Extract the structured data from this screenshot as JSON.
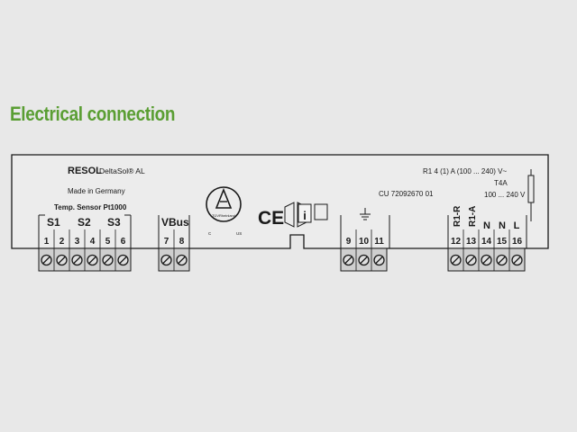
{
  "heading": "Electrical connection",
  "device": {
    "brand": "RESOL",
    "model": "DeltaSol® AL",
    "origin": "Made in Germany",
    "sensor_note": "Temp. Sensor Pt1000",
    "cert_mark_text": "TÜVRheinland",
    "cert_left_letter": "C",
    "cert_right_letters": "US",
    "ce_mark": "CE",
    "info_symbol": "i",
    "part_code": "CU 72092670 01",
    "relay_rating": "R1  4 (1) A (100 ... 240) V~",
    "fuse": "T4A",
    "supply_rating": "100 ... 240 V"
  },
  "sensor_groups": [
    "S1",
    "S2",
    "S3"
  ],
  "vbus_label": "VBus",
  "terminal_blocks": [
    {
      "name": "sensors",
      "numbers": [
        "1",
        "2",
        "3",
        "4",
        "5",
        "6"
      ]
    },
    {
      "name": "vbus",
      "numbers": [
        "7",
        "8"
      ]
    },
    {
      "name": "earth",
      "numbers": [
        "9",
        "10",
        "11"
      ]
    },
    {
      "name": "mains",
      "numbers": [
        "12",
        "13",
        "14",
        "15",
        "16"
      ]
    }
  ],
  "mains_labels": [
    "R1-R",
    "R1-A",
    "N",
    "N",
    "L"
  ],
  "screw_glyph": "⊘",
  "colors": {
    "heading": "#5a9e33",
    "background": "#e8e8e8",
    "line": "#1a1a1a",
    "terminal": "#cfcfcf"
  }
}
